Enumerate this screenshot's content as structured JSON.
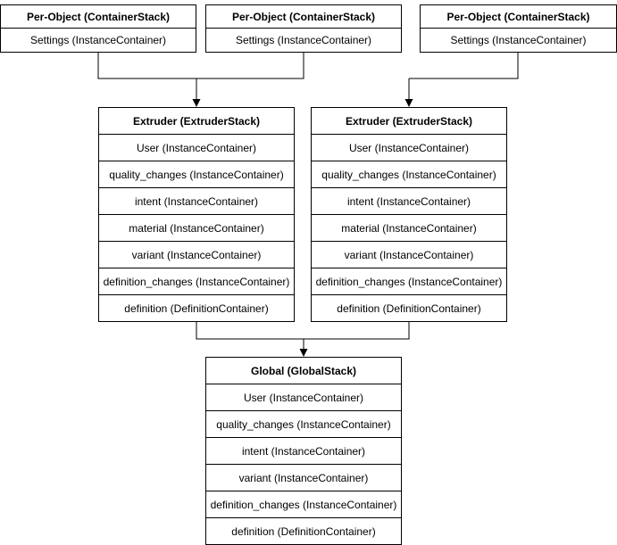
{
  "per_object_stacks": [
    {
      "title": "Per-Object (ContainerStack)",
      "rows": [
        "Settings (InstanceContainer)"
      ]
    },
    {
      "title": "Per-Object (ContainerStack)",
      "rows": [
        "Settings (InstanceContainer)"
      ]
    },
    {
      "title": "Per-Object (ContainerStack)",
      "rows": [
        "Settings (InstanceContainer)"
      ]
    }
  ],
  "extruder_stacks": [
    {
      "title": "Extruder (ExtruderStack)",
      "rows": [
        "User (InstanceContainer)",
        "quality_changes (InstanceContainer)",
        "intent (InstanceContainer)",
        "material (InstanceContainer)",
        "variant (InstanceContainer)",
        "definition_changes (InstanceContainer)",
        "definition (DefinitionContainer)"
      ]
    },
    {
      "title": "Extruder (ExtruderStack)",
      "rows": [
        "User (InstanceContainer)",
        "quality_changes (InstanceContainer)",
        "intent (InstanceContainer)",
        "material (InstanceContainer)",
        "variant (InstanceContainer)",
        "definition_changes (InstanceContainer)",
        "definition (DefinitionContainer)"
      ]
    }
  ],
  "global_stack": {
    "title": "Global (GlobalStack)",
    "rows": [
      "User (InstanceContainer)",
      "quality_changes (InstanceContainer)",
      "intent (InstanceContainer)",
      "variant (InstanceContainer)",
      "definition_changes (InstanceContainer)",
      "definition (DefinitionContainer)"
    ]
  },
  "colors": {
    "border": "#000000",
    "background": "#ffffff",
    "text": "#000000"
  }
}
